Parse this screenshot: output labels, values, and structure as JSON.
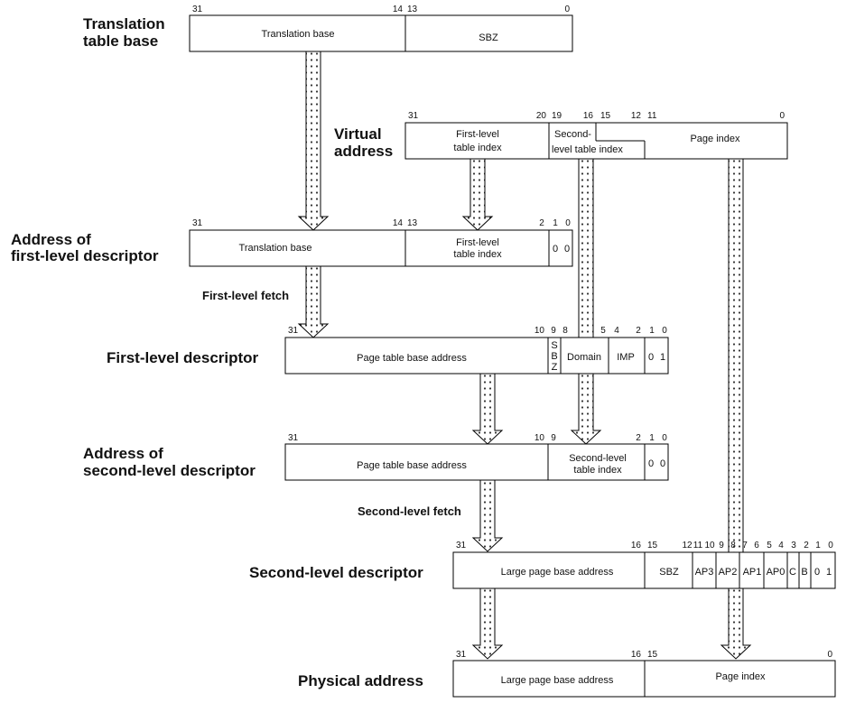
{
  "labels": {
    "ttb1": "Translation",
    "ttb2": "table base",
    "va1": "Virtual",
    "va2": "address",
    "afd1": "Address of",
    "afd2": "first-level descriptor",
    "fld": "First-level descriptor",
    "asd1": "Address of",
    "asd2": "second-level descriptor",
    "sld": "Second-level descriptor",
    "pa": "Physical address"
  },
  "fetch": {
    "first": "First-level fetch",
    "second": "Second-level fetch"
  },
  "ttb_register": {
    "bits": [
      "31",
      "14",
      "13",
      "0"
    ],
    "fields": [
      "Translation base",
      "SBZ"
    ]
  },
  "virtual_address": {
    "bits": [
      "31",
      "20",
      "19",
      "16",
      "15",
      "12",
      "11",
      "0"
    ],
    "fields": [
      "First-level",
      "table index",
      "Second-",
      "level table index",
      "Page index"
    ]
  },
  "first_level_address": {
    "bits": [
      "31",
      "14",
      "13",
      "2",
      "1",
      "0"
    ],
    "fields": [
      "Translation base",
      "First-level",
      "table index",
      "0",
      "0"
    ]
  },
  "first_level_descriptor": {
    "bits": [
      "31",
      "10",
      "9",
      "8",
      "5",
      "4",
      "2",
      "1",
      "0"
    ],
    "fields": [
      "Page table base address",
      "S",
      "B",
      "Z",
      "Domain",
      "IMP",
      "0",
      "1"
    ]
  },
  "second_level_address": {
    "bits": [
      "31",
      "10",
      "9",
      "2",
      "1",
      "0"
    ],
    "fields": [
      "Page table base address",
      "Second-level",
      "table index",
      "0",
      "0"
    ]
  },
  "second_level_descriptor": {
    "bits": [
      "31",
      "16",
      "15",
      "12",
      "11",
      "10",
      "9",
      "8",
      "7",
      "6",
      "5",
      "4",
      "3",
      "2",
      "1",
      "0"
    ],
    "fields": [
      "Large page base address",
      "SBZ",
      "AP3",
      "AP2",
      "AP1",
      "AP0",
      "C",
      "B",
      "0",
      "1"
    ]
  },
  "physical_address": {
    "bits": [
      "31",
      "16",
      "15",
      "0"
    ],
    "fields": [
      "Large page base address",
      "Page index"
    ]
  }
}
